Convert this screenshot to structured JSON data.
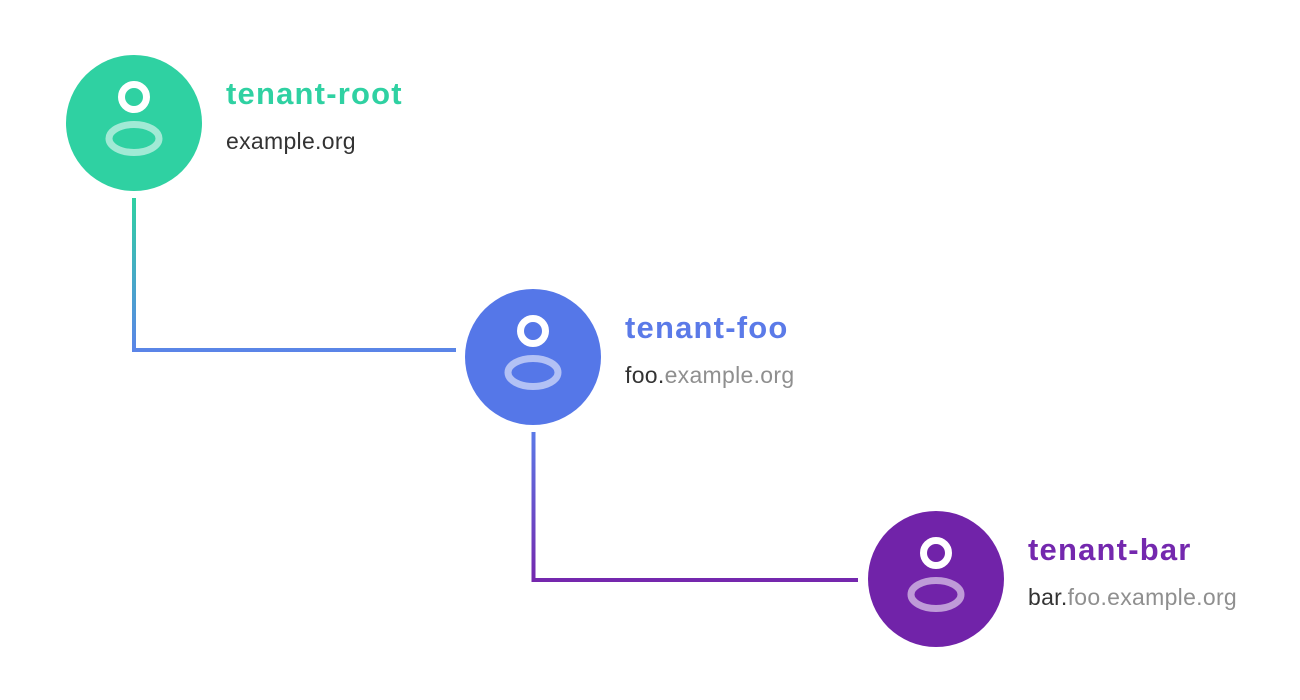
{
  "palette": {
    "background": "#ffffff",
    "domain_strong_color": "#333333",
    "domain_muted_color": "#8f8f8f",
    "icon_head_stroke": "#ffffff",
    "icon_body_stroke": "rgba(255,255,255,0.55)"
  },
  "nodes": [
    {
      "title": "tenant-root",
      "title_color": "#2fd1a2",
      "circle_color": "#2fd1a2",
      "domain_strong": "example.org",
      "domain_muted": ""
    },
    {
      "title": "tenant-foo",
      "title_color": "#5b7ae8",
      "circle_color": "#5577e8",
      "domain_strong": "foo.",
      "domain_muted": "example.org"
    },
    {
      "title": "tenant-bar",
      "title_color": "#7428ae",
      "circle_color": "#7123a9",
      "domain_strong": "bar.",
      "domain_muted": "foo.example.org"
    }
  ],
  "connectors": [
    {
      "from": "tenant-root",
      "to": "tenant-foo",
      "gradient_start": "#2fd1a2",
      "gradient_end": "#5b84e8"
    },
    {
      "from": "tenant-foo",
      "to": "tenant-bar",
      "gradient_start": "#5b7ae8",
      "gradient_end": "#7527ad"
    }
  ]
}
